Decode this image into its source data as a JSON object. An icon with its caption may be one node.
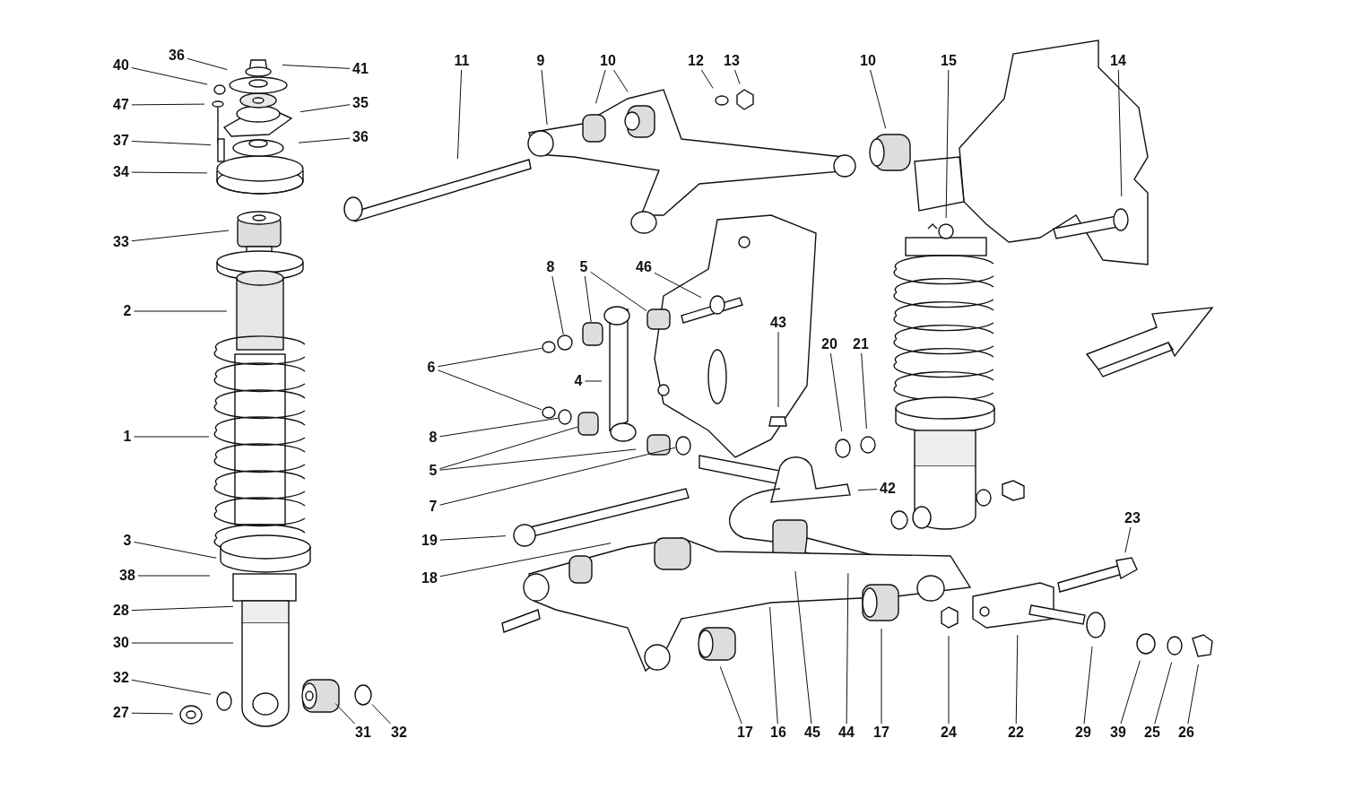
{
  "diagram": {
    "nodes": [
      {
        "text": [
          "36"
        ]
      },
      {
        "text": [
          "40"
        ]
      },
      {
        "text": [
          "41"
        ]
      },
      {
        "text": [
          "47"
        ]
      },
      {
        "text": [
          "35"
        ]
      },
      {
        "text": [
          "37"
        ]
      },
      {
        "text": [
          "36"
        ]
      },
      {
        "text": [
          "34"
        ]
      },
      {
        "text": [
          "33"
        ]
      },
      {
        "text": [
          "11"
        ]
      },
      {
        "text": [
          "9"
        ]
      },
      {
        "text": [
          "10"
        ]
      },
      {
        "text": [
          "12"
        ]
      },
      {
        "text": [
          "13"
        ]
      },
      {
        "text": [
          "10"
        ]
      },
      {
        "text": [
          "15"
        ]
      },
      {
        "text": [
          "14"
        ]
      },
      {
        "text": [
          "2"
        ]
      },
      {
        "text": [
          "8"
        ]
      },
      {
        "text": [
          "5"
        ]
      },
      {
        "text": [
          "46"
        ]
      },
      {
        "text": [
          "43"
        ]
      },
      {
        "text": [
          "20"
        ]
      },
      {
        "text": [
          "21"
        ]
      },
      {
        "text": [
          "6"
        ]
      },
      {
        "text": [
          "4"
        ]
      },
      {
        "text": [
          "1"
        ]
      },
      {
        "text": [
          "8"
        ]
      },
      {
        "text": [
          "5"
        ]
      },
      {
        "text": [
          "7"
        ]
      },
      {
        "text": [
          "42"
        ]
      },
      {
        "text": [
          "19"
        ]
      },
      {
        "text": [
          "3"
        ]
      },
      {
        "text": [
          "23"
        ]
      },
      {
        "text": [
          "38"
        ]
      },
      {
        "text": [
          "18"
        ]
      },
      {
        "text": [
          "28"
        ]
      },
      {
        "text": [
          "30"
        ]
      },
      {
        "text": [
          "32"
        ]
      },
      {
        "text": [
          "27"
        ]
      },
      {
        "text": [
          "31"
        ]
      },
      {
        "text": [
          "32"
        ]
      },
      {
        "text": [
          "17"
        ]
      },
      {
        "text": [
          "16"
        ]
      },
      {
        "text": [
          "45"
        ]
      },
      {
        "text": [
          "44"
        ]
      },
      {
        "text": [
          "17"
        ]
      },
      {
        "text": [
          "24"
        ]
      },
      {
        "text": [
          "22"
        ]
      },
      {
        "text": [
          "29"
        ]
      },
      {
        "text": [
          "39"
        ]
      },
      {
        "text": [
          "25"
        ]
      },
      {
        "text": [
          "26"
        ]
      },
      {
        "text": [],
        "shape": "circle"
      },
      {
        "text": [],
        "shape": "box"
      },
      {
        "text": [],
        "shape": "circle"
      },
      {
        "text": [],
        "shape": "circle"
      },
      {
        "text": [],
        "shape": "circle"
      },
      {
        "text": [],
        "shape": "box"
      },
      {
        "text": [],
        "shape": "circle"
      },
      {
        "text": [],
        "shape": "box"
      },
      {
        "text": [],
        "shape": "circle"
      }
    ],
    "edges": [
      {
        "from": 0,
        "to": null,
        "arrow": "none"
      },
      {
        "from": 1,
        "to": null,
        "arrow": "none"
      },
      {
        "from": 2,
        "to": null,
        "arrow": "none"
      },
      {
        "from": 3,
        "to": null,
        "arrow": "none"
      },
      {
        "from": 4,
        "to": null,
        "arrow": "none"
      },
      {
        "from": 5,
        "to": null,
        "arrow": "none"
      },
      {
        "from": 6,
        "to": null,
        "arrow": "none"
      },
      {
        "from": 7,
        "to": null,
        "arrow": "none"
      },
      {
        "from": 8,
        "to": null,
        "arrow": "none"
      },
      {
        "from": 9,
        "to": null,
        "arrow": "none"
      },
      {
        "from": 10,
        "to": null,
        "arrow": "none"
      },
      {
        "from": 11,
        "to": null,
        "arrow": "none"
      },
      {
        "from": 11,
        "to": null,
        "arrow": "none"
      },
      {
        "from": 12,
        "to": null,
        "arrow": "none"
      },
      {
        "from": 13,
        "to": null,
        "arrow": "none"
      },
      {
        "from": 14,
        "to": null,
        "arrow": "none"
      },
      {
        "from": 15,
        "to": null,
        "arrow": "none"
      },
      {
        "from": 16,
        "to": null,
        "arrow": "none"
      },
      {
        "from": 17,
        "to": null,
        "arrow": "none"
      },
      {
        "from": 18,
        "to": 53,
        "arrow": "none"
      },
      {
        "from": 19,
        "to": 54,
        "arrow": "none"
      },
      {
        "from": 19,
        "to": 60,
        "arrow": "none"
      },
      {
        "from": 20,
        "to": null,
        "arrow": "none"
      },
      {
        "from": 21,
        "to": null,
        "arrow": "none"
      },
      {
        "from": 22,
        "to": null,
        "arrow": "none"
      },
      {
        "from": 23,
        "to": null,
        "arrow": "none"
      },
      {
        "from": 24,
        "to": 55,
        "arrow": "none"
      },
      {
        "from": 24,
        "to": 56,
        "arrow": "none"
      },
      {
        "from": 25,
        "to": null,
        "arrow": "none"
      },
      {
        "from": 26,
        "to": null,
        "arrow": "none"
      },
      {
        "from": 27,
        "to": 57,
        "arrow": "none"
      },
      {
        "from": 28,
        "to": 58,
        "arrow": "none"
      },
      {
        "from": 28,
        "to": null,
        "arrow": "none"
      },
      {
        "from": 29,
        "to": 61,
        "arrow": "none"
      },
      {
        "from": 30,
        "to": null,
        "arrow": "none"
      },
      {
        "from": 31,
        "to": null,
        "arrow": "none"
      },
      {
        "from": 32,
        "to": null,
        "arrow": "none"
      },
      {
        "from": 33,
        "to": null,
        "arrow": "none"
      },
      {
        "from": 34,
        "to": null,
        "arrow": "none"
      },
      {
        "from": 35,
        "to": null,
        "arrow": "none"
      },
      {
        "from": 36,
        "to": null,
        "arrow": "none"
      },
      {
        "from": 37,
        "to": null,
        "arrow": "none"
      },
      {
        "from": 38,
        "to": null,
        "arrow": "none"
      },
      {
        "from": 39,
        "to": null,
        "arrow": "none"
      },
      {
        "from": 40,
        "to": null,
        "arrow": "none"
      },
      {
        "from": 41,
        "to": 59,
        "arrow": "none"
      },
      {
        "from": 42,
        "to": null,
        "arrow": "none"
      },
      {
        "from": 43,
        "to": null,
        "arrow": "none"
      },
      {
        "from": 44,
        "to": null,
        "arrow": "none"
      },
      {
        "from": 45,
        "to": null,
        "arrow": "none"
      },
      {
        "from": 46,
        "to": null,
        "arrow": "none"
      },
      {
        "from": 47,
        "to": null,
        "arrow": "none"
      },
      {
        "from": 48,
        "to": null,
        "arrow": "none"
      },
      {
        "from": 49,
        "to": null,
        "arrow": "none"
      },
      {
        "from": 50,
        "to": null,
        "arrow": "none"
      },
      {
        "from": 51,
        "to": null,
        "arrow": "none"
      },
      {
        "from": 52,
        "to": null,
        "arrow": "none"
      }
    ]
  }
}
